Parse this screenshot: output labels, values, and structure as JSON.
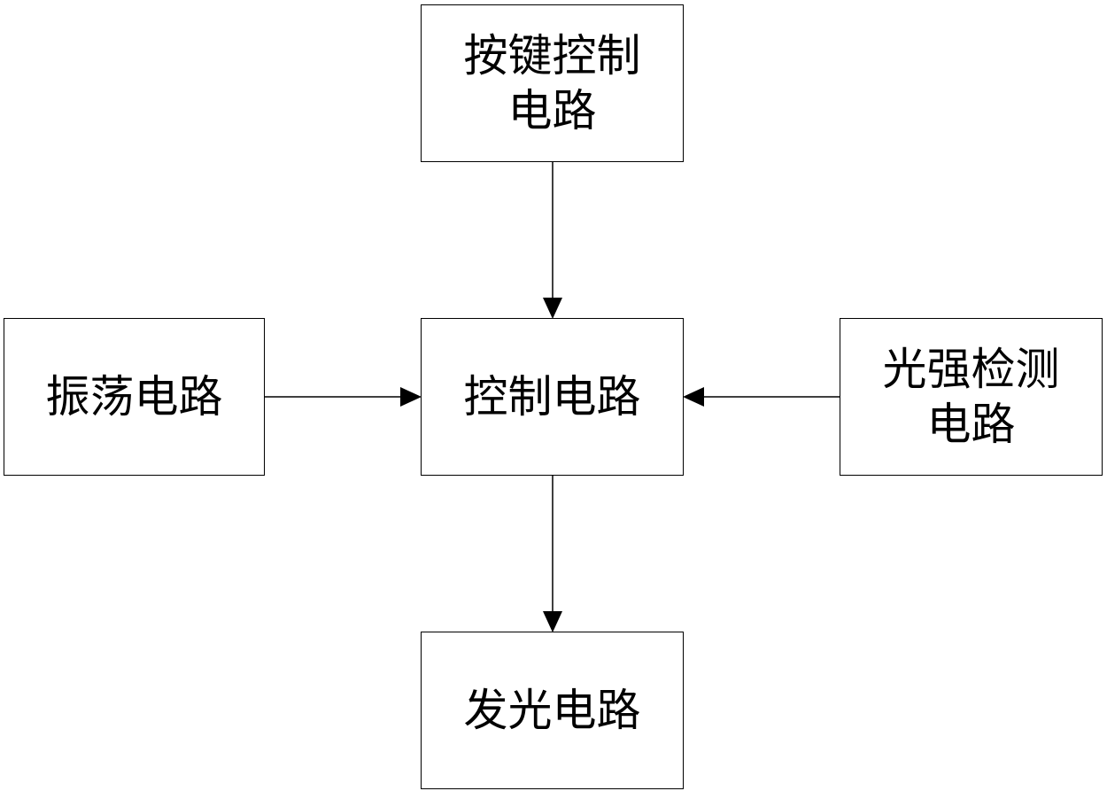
{
  "diagram": {
    "blocks": {
      "key_control": {
        "lines": [
          "按键控制",
          "电路"
        ]
      },
      "oscillator": {
        "lines": [
          "振荡电路"
        ]
      },
      "controller": {
        "lines": [
          "控制电路"
        ]
      },
      "light_detect": {
        "lines": [
          "光强检测",
          "电路"
        ]
      },
      "light_emit": {
        "lines": [
          "发光电路"
        ]
      }
    },
    "connections": [
      {
        "from": "key_control",
        "to": "controller"
      },
      {
        "from": "oscillator",
        "to": "controller"
      },
      {
        "from": "light_detect",
        "to": "controller"
      },
      {
        "from": "controller",
        "to": "light_emit"
      }
    ],
    "colors": {
      "line": "#000000",
      "fill": "#ffffff"
    }
  }
}
